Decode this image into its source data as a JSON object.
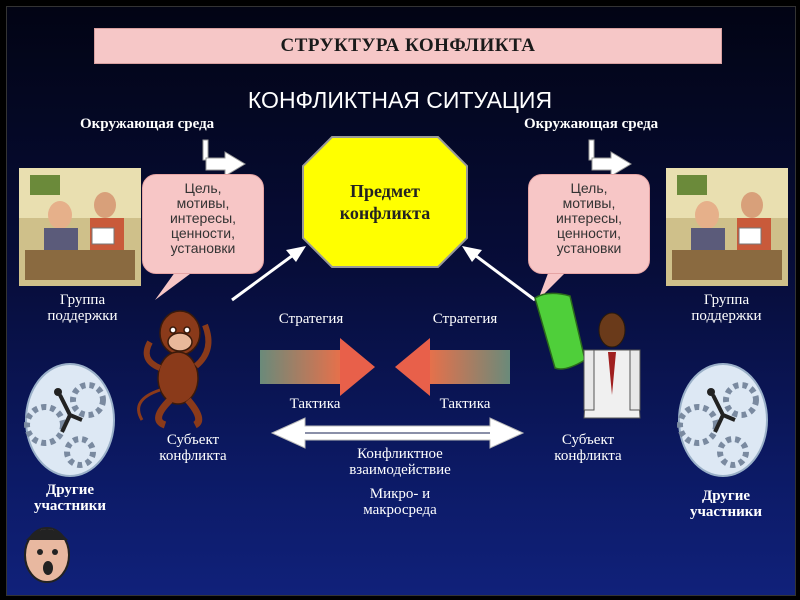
{
  "title": "СТРУКТУРА КОНФЛИКТА",
  "situation": "КОНФЛИКТНАЯ СИТУАЦИЯ",
  "environment_left": "Окружающая среда",
  "environment_right": "Окружающая среда",
  "bubble_left": [
    "Цель,",
    "мотивы,",
    "интересы,",
    "ценности,",
    "установки"
  ],
  "bubble_right": [
    "Цель,",
    "мотивы,",
    "интересы,",
    "ценности,",
    "установки"
  ],
  "subject_of_conflict": [
    "Предмет",
    "конфликта"
  ],
  "support_left": [
    "Группа",
    "поддержки"
  ],
  "support_right": [
    "Группа",
    "поддержки"
  ],
  "strategy_left": "Стратегия",
  "strategy_right": "Стратегия",
  "tactic_left": "Тактика",
  "tactic_right": "Тактика",
  "party_left": [
    "Субъект",
    "конфликта"
  ],
  "party_right": [
    "Субъект",
    "конфликта"
  ],
  "interaction": [
    "Конфликтное",
    "взаимодействие"
  ],
  "medium": [
    "Микро- и",
    "макросреда"
  ],
  "others_left": [
    "Другие",
    "участники"
  ],
  "others_right": [
    "Другие",
    "участники"
  ],
  "colors": {
    "title_bg": "#f6c7c7",
    "octagon": "#ffff00",
    "bubble": "#f7c6c6",
    "arrow_right": "#e6553a",
    "arrow_left": "#e6553a"
  }
}
